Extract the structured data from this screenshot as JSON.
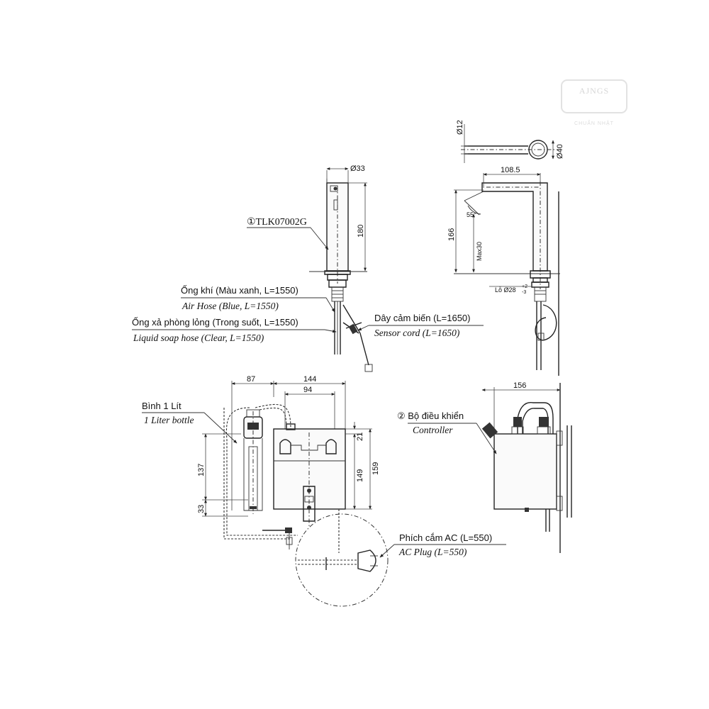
{
  "watermark": {
    "brand": "AJNGS",
    "tagline": "CHUẨN NHẬT"
  },
  "labels": {
    "model": "①TLK07002G",
    "air_hose_vi": "Ống khí (Màu xanh, L=1550)",
    "air_hose_en": "Air Hose (Blue, L=1550)",
    "soap_hose_vi": "Ống xả phòng lỏng (Trong suốt, L=1550)",
    "soap_hose_en": "Liquid soap hose (Clear, L=1550)",
    "sensor_vi": "Dây cảm biến (L=1650)",
    "sensor_en": "Sensor cord (L=1650)",
    "bottle_vi": "Bình 1 Lít",
    "bottle_en": "1 Liter bottle",
    "controller_vi": "② Bộ điều khiển",
    "controller_en": "Controller",
    "plug_vi": "Phích cắm AC (L=550)",
    "plug_en": "AC Plug (L=550)"
  },
  "dimensions": {
    "front_dia": "Ø33",
    "front_height": "180",
    "top_tube": "Ø12",
    "top_head": "Ø40",
    "side_reach": "108.5",
    "side_angle": "55°",
    "side_height": "166",
    "side_max": "Max30",
    "side_hole_prefix": "Lỗ Ø28",
    "side_hole_tol_up": "+2",
    "side_hole_tol_dn": "-3",
    "box_left_w": "87",
    "box_w": "144",
    "box_inner_w": "94",
    "bottle_h": "137",
    "bottle_base": "33",
    "box_top_off": "21",
    "box_inner_h": "149",
    "box_h": "159",
    "ctrl_w": "156"
  }
}
